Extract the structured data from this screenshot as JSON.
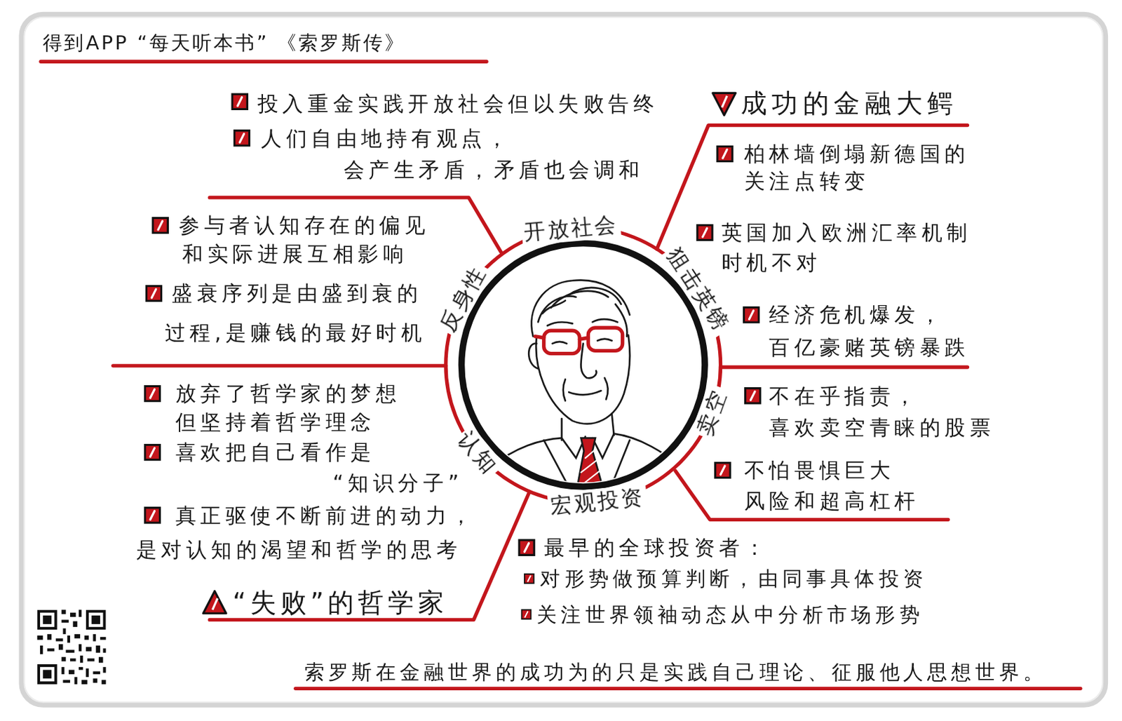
{
  "diagram": {
    "title": "得到APP “每天听本书” 《索罗斯传》",
    "caption": "索罗斯在金融世界的成功为的只是实践自己理论、征服他人思想世界。",
    "nodes": [
      {
        "text": [
          "开放社会",
          "狙击英镑",
          "卖空",
          "宏观投资",
          "认知",
          "反身性"
        ]
      }
    ],
    "labels": [
      "投入重金实践开放社会但以失败告终",
      "人们自由地持有观点， 会产生矛盾，矛盾也会调和",
      "成功的金融大鳄",
      "柏林墙倒塌新德国的 关注点转变",
      "参与者认知存在的偏见 和实际进展互相影响",
      "英国加入欧洲汇率机制 时机不对",
      "盛衰序列是由盛到衰的 过程,是赚钱的最好时机",
      "经济危机爆发， 百亿豪赌英镑暴跌",
      "放弃了哲学家的梦想 但坚持着哲学理念",
      "不在乎指责， 喜欢卖空青睐的股票",
      "喜欢把自己看作是 “知识分子”",
      "不怕畏惧巨大 风险和超高杠杆",
      "真正驱使不断前进的动力， 是对认知的渴望和哲学的思考",
      "最早的全球投资者：",
      "对形势做预算判断，由同事具体投资",
      "关注世界领袖动态从中分析市场形势",
      "“失败”的哲学家"
    ]
  }
}
